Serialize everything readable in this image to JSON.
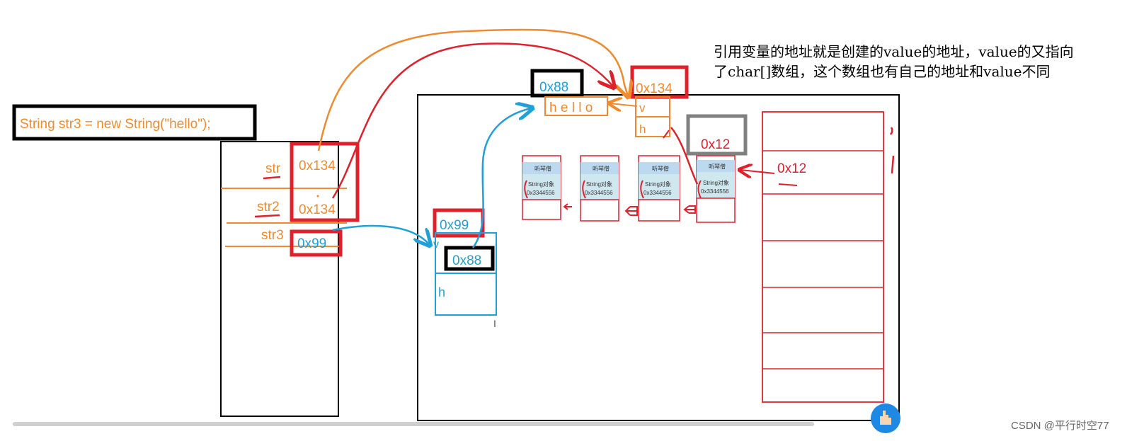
{
  "note": {
    "line1": "引用变量的地址就是创建的value的地址，value的又指向",
    "line2": "了char[]数组，这个数组也有自己的地址和value不同"
  },
  "code": "String str3 = new String(\"hello\");",
  "stack": {
    "vars": [
      {
        "name": "str",
        "addr": "0x134"
      },
      {
        "name": "str2",
        "addr": "0x134"
      },
      {
        "name": "str3",
        "addr": "0x99"
      }
    ]
  },
  "heap": {
    "char_array": {
      "addr": "0x88",
      "content": "h e l l o"
    },
    "pool_string": {
      "addr": "0x134",
      "field_v": "v",
      "field_h": "h"
    },
    "new_string": {
      "addr": "0x99",
      "field_v": "v",
      "value_addr": "0x88",
      "field_h": "h"
    },
    "table_addr_label": "0x12",
    "table_ref_label": "0x12",
    "table_entries": [
      {
        "header": "听琴僧",
        "line1": "String对象",
        "line2": "0x3344556"
      },
      {
        "header": "听琴僧",
        "line1": "String对象",
        "line2": "0x3344556"
      },
      {
        "header": "听琴僧",
        "line1": "String对象",
        "line2": "0x3344556"
      },
      {
        "header": "听琴僧",
        "line1": "String对象",
        "line2": "0x3344556"
      }
    ]
  },
  "watermark": "CSDN @平行时空77",
  "colors": {
    "orange": "#f08a2c",
    "red": "#e0202a",
    "blue": "#1fa0d8",
    "black": "#000000",
    "gray": "#808080",
    "table_header": "#bcd9ef",
    "table_body": "#cfe8f0"
  }
}
